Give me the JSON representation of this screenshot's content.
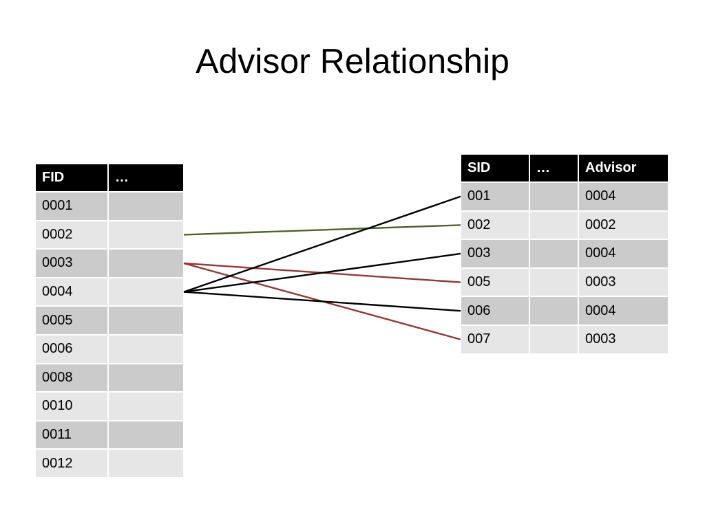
{
  "title": "Advisor Relationship",
  "faculty_table": {
    "headers": [
      "FID",
      "…"
    ],
    "rows": [
      [
        "0001",
        ""
      ],
      [
        "0002",
        ""
      ],
      [
        "0003",
        ""
      ],
      [
        "0004",
        ""
      ],
      [
        "0005",
        ""
      ],
      [
        "0006",
        ""
      ],
      [
        "0008",
        ""
      ],
      [
        "0010",
        ""
      ],
      [
        "0011",
        ""
      ],
      [
        "0012",
        ""
      ]
    ]
  },
  "student_table": {
    "headers": [
      "SID",
      "…",
      "Advisor"
    ],
    "rows": [
      [
        "001",
        "",
        "0004"
      ],
      [
        "002",
        "",
        "0002"
      ],
      [
        "003",
        "",
        "0004"
      ],
      [
        "005",
        "",
        "0003"
      ],
      [
        "006",
        "",
        "0004"
      ],
      [
        "007",
        "",
        "0003"
      ]
    ]
  },
  "links": [
    {
      "fid": "0002",
      "sid": "002",
      "color": "#4f6228"
    },
    {
      "fid": "0003",
      "sid": "005",
      "color": "#953735"
    },
    {
      "fid": "0003",
      "sid": "007",
      "color": "#953735"
    },
    {
      "fid": "0004",
      "sid": "001",
      "color": "#000000"
    },
    {
      "fid": "0004",
      "sid": "003",
      "color": "#000000"
    },
    {
      "fid": "0004",
      "sid": "006",
      "color": "#000000"
    }
  ]
}
